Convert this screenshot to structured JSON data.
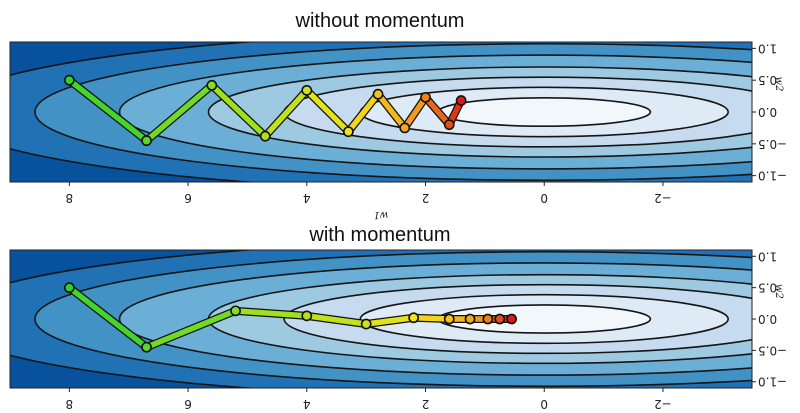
{
  "chart_data": [
    {
      "type": "line",
      "title": "without momentum",
      "xlabel": "w1",
      "ylabel": "w2",
      "xlim": [
        9,
        -3.5
      ],
      "ylim": [
        -1.1,
        1.1
      ],
      "x_ticks": [
        {
          "value": 8,
          "label": "8"
        },
        {
          "value": 6,
          "label": "6"
        },
        {
          "value": 4,
          "label": "4"
        },
        {
          "value": 2,
          "label": "2"
        },
        {
          "value": 0,
          "label": "0"
        },
        {
          "value": -2,
          "label": "−2"
        }
      ],
      "y_ticks": [
        {
          "value": 1,
          "label": "1.0"
        },
        {
          "value": 0.5,
          "label": "0.5"
        },
        {
          "value": 0,
          "label": "0.0"
        },
        {
          "value": -0.5,
          "label": "−0.5"
        },
        {
          "value": -1,
          "label": "−1.0"
        }
      ],
      "contour_levels": [
        0.05,
        0.15,
        0.3,
        0.5,
        0.8,
        1.15,
        1.6
      ],
      "colormap": [
        "#f2f7fc",
        "#deebf7",
        "#c6dbef",
        "#9ecae1",
        "#6baed6",
        "#4292c6",
        "#2171b5",
        "#08519c"
      ],
      "grid": false,
      "points": [
        [
          8,
          0.5
        ],
        [
          6.7,
          -0.45
        ],
        [
          5.6,
          0.42
        ],
        [
          4.7,
          -0.38
        ],
        [
          4,
          0.34
        ],
        [
          3.3,
          -0.31
        ],
        [
          2.8,
          0.28
        ],
        [
          2.35,
          -0.25
        ],
        [
          2,
          0.23
        ],
        [
          1.6,
          -0.2
        ],
        [
          1.4,
          0.18
        ]
      ]
    },
    {
      "type": "line",
      "title": "with momentum",
      "xlabel": "",
      "ylabel": "w2",
      "xlim": [
        9,
        -3.5
      ],
      "ylim": [
        -1.1,
        1.1
      ],
      "x_ticks": [
        {
          "value": 8,
          "label": "8"
        },
        {
          "value": 6,
          "label": "6"
        },
        {
          "value": 4,
          "label": "4"
        },
        {
          "value": 2,
          "label": "2"
        },
        {
          "value": 0,
          "label": "0"
        },
        {
          "value": -2,
          "label": "−2"
        }
      ],
      "y_ticks": [
        {
          "value": 1,
          "label": "1.0"
        },
        {
          "value": 0.5,
          "label": "0.5"
        },
        {
          "value": 0,
          "label": "0.0"
        },
        {
          "value": -0.5,
          "label": "−0.5"
        },
        {
          "value": -1,
          "label": "−1.0"
        }
      ],
      "contour_levels": [
        0.05,
        0.15,
        0.3,
        0.5,
        0.8,
        1.15,
        1.6
      ],
      "colormap": [
        "#f2f7fc",
        "#deebf7",
        "#c6dbef",
        "#9ecae1",
        "#6baed6",
        "#4292c6",
        "#2171b5",
        "#08519c"
      ],
      "grid": false,
      "points": [
        [
          8,
          0.5
        ],
        [
          6.7,
          -0.45
        ],
        [
          5.2,
          0.13
        ],
        [
          4,
          0.05
        ],
        [
          3,
          -0.08
        ],
        [
          2.2,
          0.02
        ],
        [
          1.6,
          0
        ],
        [
          1.25,
          0
        ],
        [
          0.95,
          0
        ],
        [
          0.75,
          0
        ],
        [
          0.55,
          0
        ]
      ]
    }
  ]
}
